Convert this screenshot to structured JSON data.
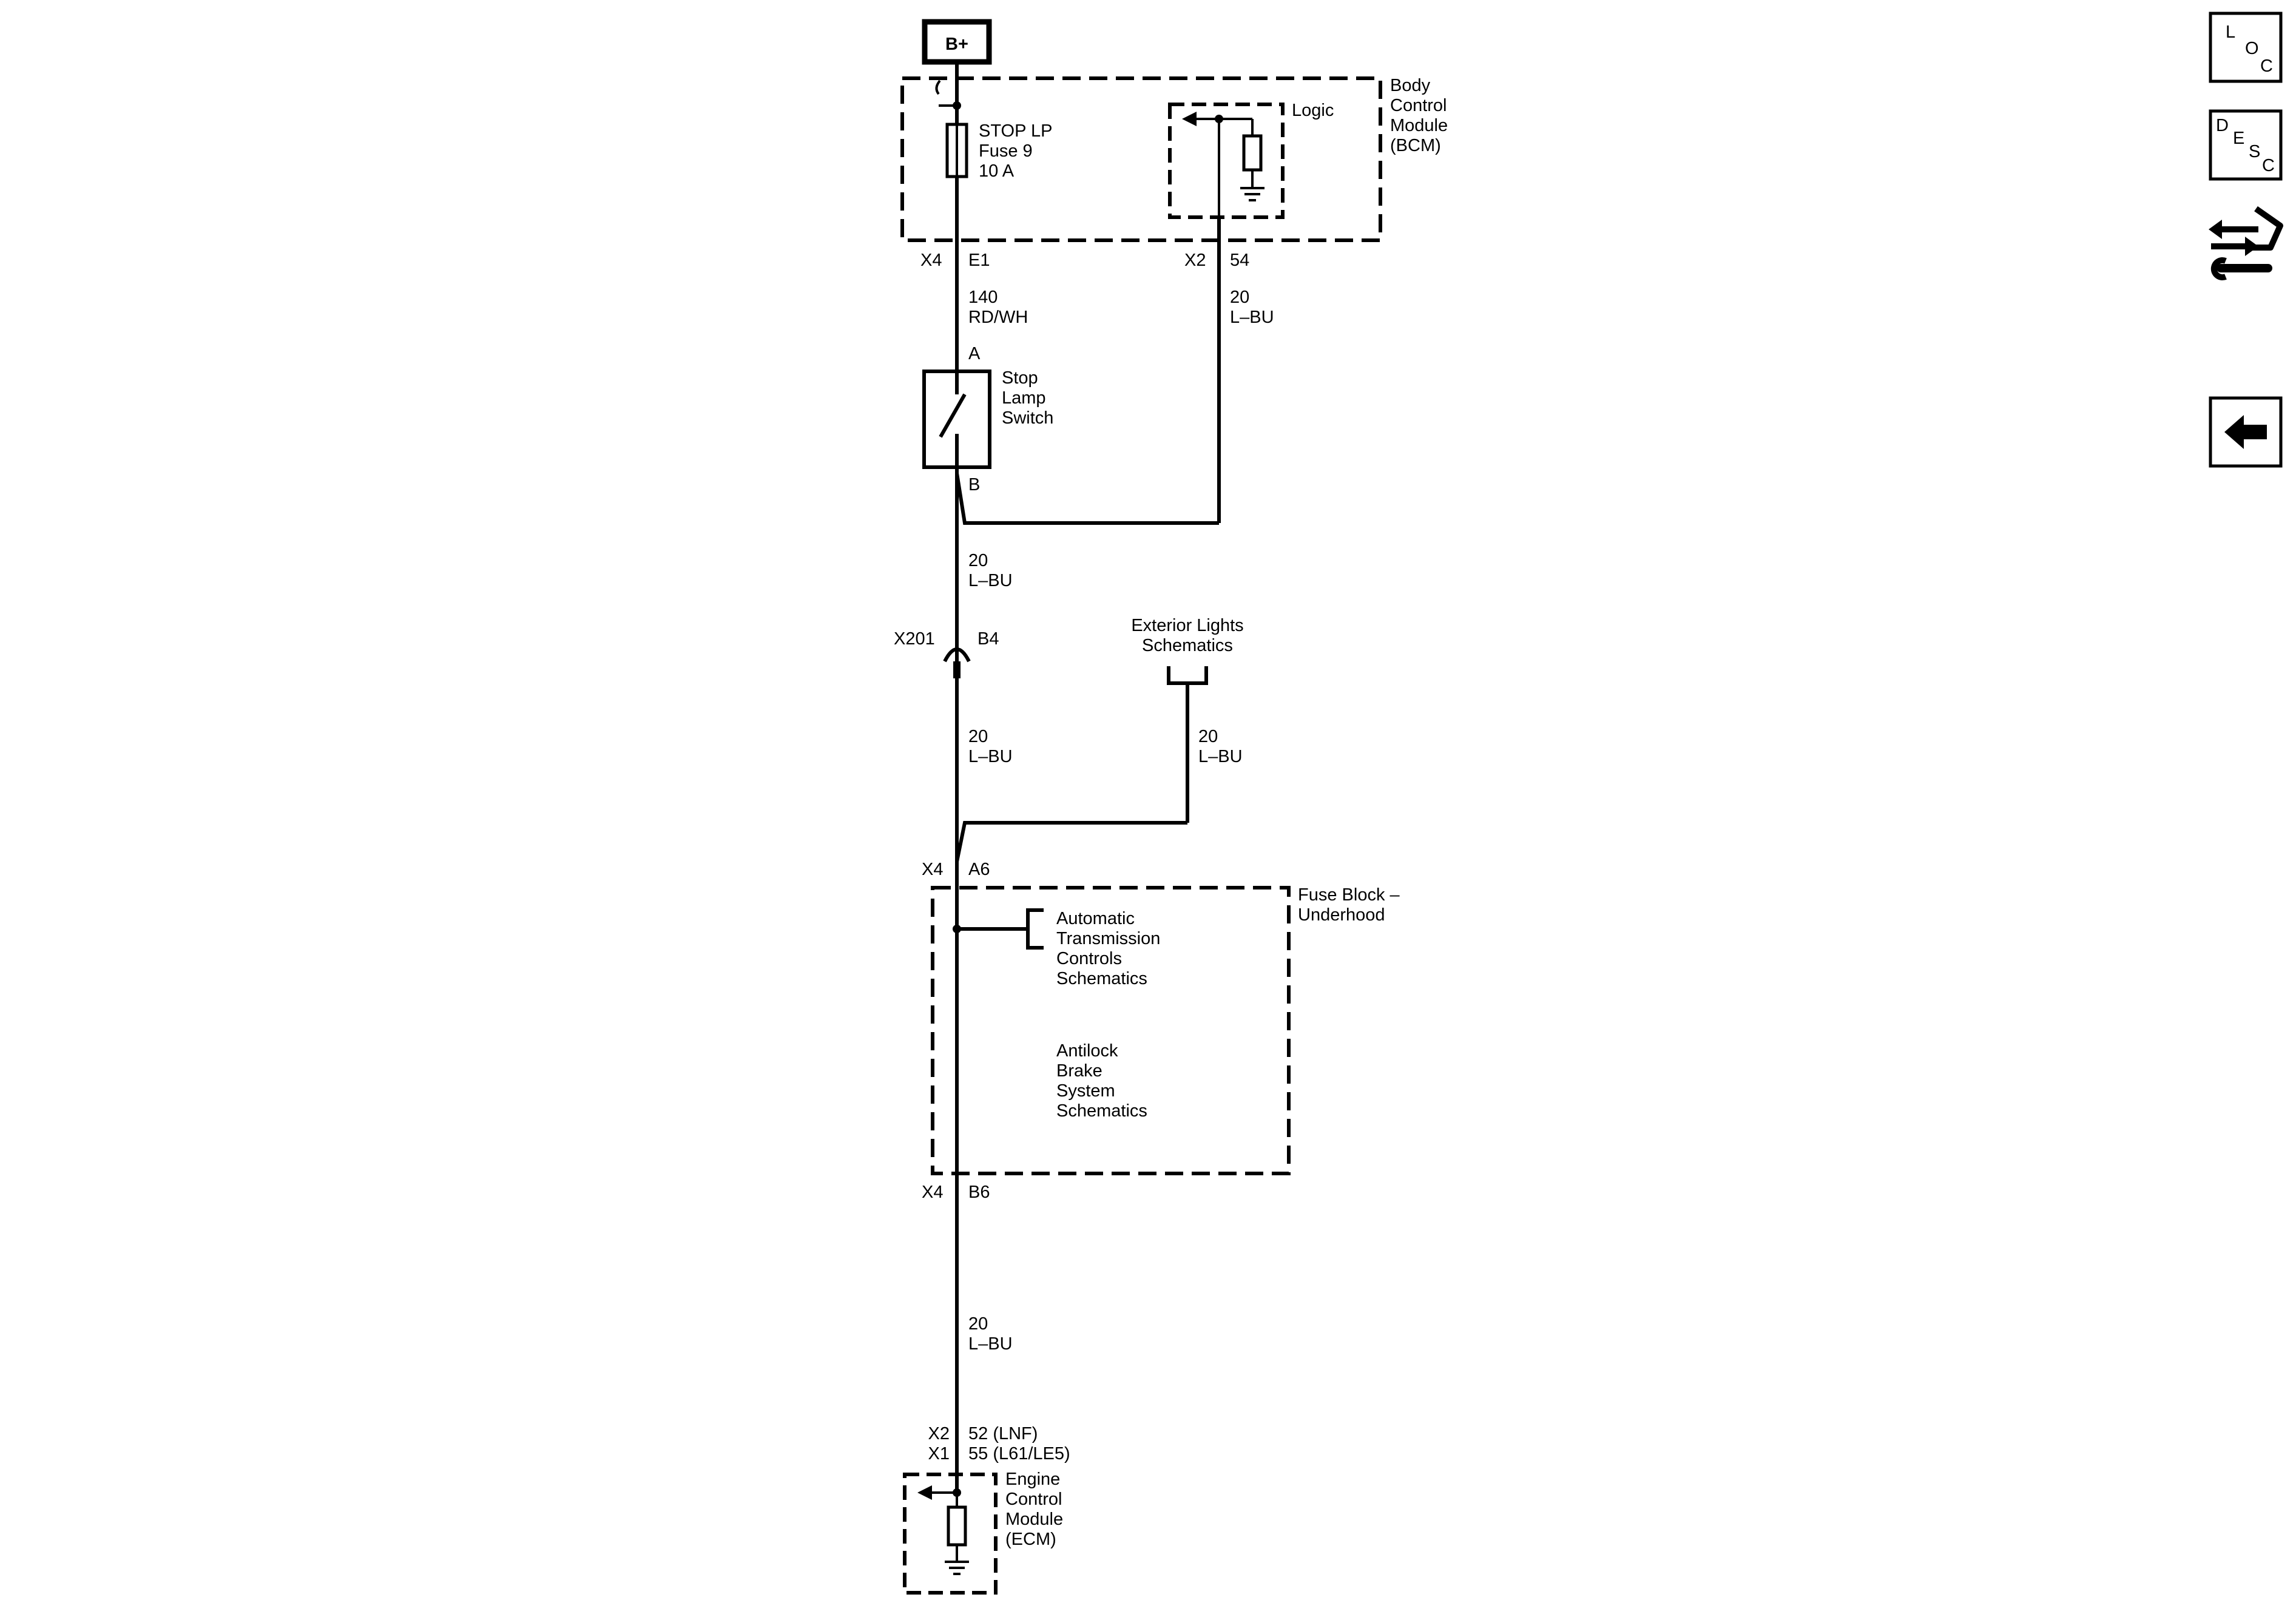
{
  "power": {
    "label": "B+"
  },
  "bcm": {
    "name_lines": [
      "Body",
      "Control",
      "Module",
      "(BCM)"
    ],
    "fuse_lines": [
      "STOP LP",
      "Fuse 9",
      "10 A"
    ],
    "logic": "Logic",
    "conn_left": {
      "conn": "X4",
      "pin": "E1"
    },
    "conn_right": {
      "conn": "X2",
      "pin": "54"
    }
  },
  "wires": {
    "w1": [
      "140",
      "RD/WH"
    ],
    "w2": [
      "20",
      "L–BU"
    ],
    "w3": [
      "20",
      "L–BU"
    ],
    "w4": [
      "20",
      "L–BU"
    ],
    "w5": [
      "20",
      "L–BU"
    ],
    "w6": [
      "20",
      "L–BU"
    ]
  },
  "switch": {
    "pin_a": "A",
    "pin_b": "B",
    "name_lines": [
      "Stop",
      "Lamp",
      "Switch"
    ]
  },
  "inline_connector": {
    "conn": "X201",
    "pin": "B4"
  },
  "exterior": {
    "lines": [
      "Exterior Lights",
      "Schematics"
    ]
  },
  "fuse_block": {
    "name_lines": [
      "Fuse Block –",
      "Underhood"
    ],
    "conn_top": {
      "conn": "X4",
      "pin": "A6"
    },
    "conn_bottom": {
      "conn": "X4",
      "pin": "B6"
    },
    "atc_lines": [
      "Automatic",
      "Transmission",
      "Controls",
      "Schematics"
    ],
    "abs_lines": [
      "Antilock",
      "Brake",
      "System",
      "Schematics"
    ]
  },
  "ecm": {
    "conn_lines": [
      {
        "conn": "X2",
        "pin": "52 (LNF)"
      },
      {
        "conn": "X1",
        "pin": "55 (L61/LE5)"
      }
    ],
    "name_lines": [
      "Engine",
      "Control",
      "Module",
      "(ECM)"
    ]
  },
  "nav": {
    "loc": [
      "L",
      "O",
      "C"
    ],
    "desc": [
      "D",
      "E",
      "S",
      "C"
    ],
    "tools_icon": "connector-wrench-icon",
    "back_icon": "back-arrow-icon"
  }
}
